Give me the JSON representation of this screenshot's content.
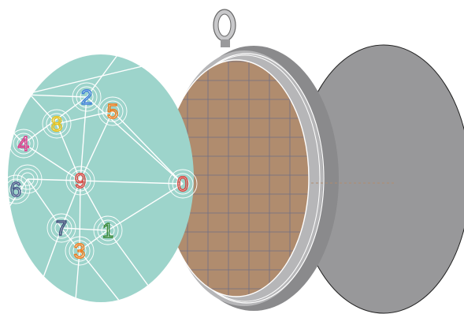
{
  "colors": {
    "back_plate": "#98989a",
    "case_outer": "#8a8a8c",
    "case_inner": "#b6b6b8",
    "grid_fill": "#b08c6e",
    "grid_lines": "#6f6f86",
    "dial_fill": "#9dd4cb",
    "dial_lines": "#ffffff"
  },
  "icons": [
    "pendant-ring-icon",
    "locket-back-plate",
    "grid-screen",
    "constellation-dial"
  ],
  "dial": {
    "digits": [
      {
        "text": "0",
        "color": "#d9453f"
      },
      {
        "text": "1",
        "color": "#3a8a3a"
      },
      {
        "text": "2",
        "color": "#3f7fd9"
      },
      {
        "text": "3",
        "color": "#f07a1a"
      },
      {
        "text": "4",
        "color": "#e03a8a"
      },
      {
        "text": "5",
        "color": "#f07a1a"
      },
      {
        "text": "6",
        "color": "#4b5a8a"
      },
      {
        "text": "7",
        "color": "#3e4a78"
      },
      {
        "text": "8",
        "color": "#e8c21a"
      },
      {
        "text": "9",
        "color": "#d9453f"
      }
    ]
  }
}
